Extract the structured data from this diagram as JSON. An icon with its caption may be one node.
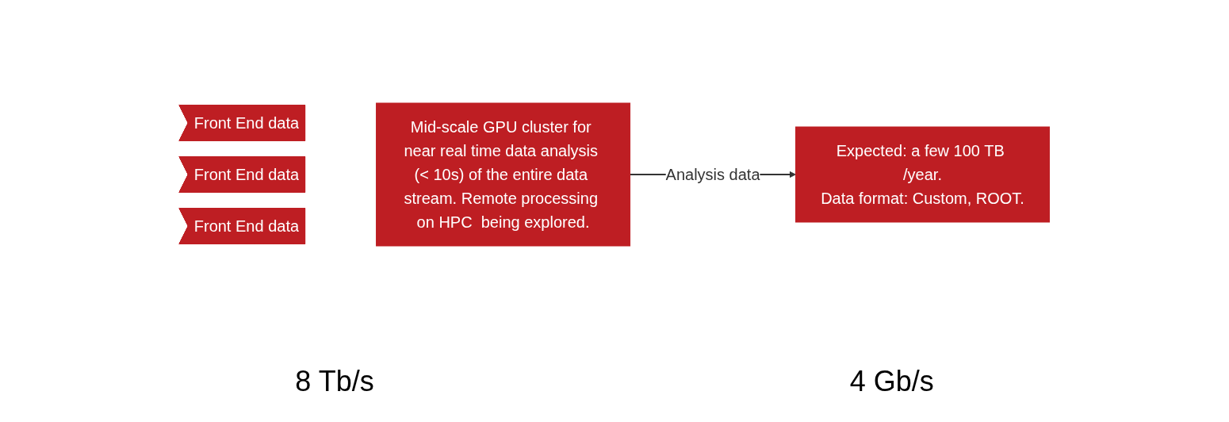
{
  "diagram": {
    "nodes": [
      {
        "text": [
          "Front End data"
        ]
      },
      {
        "text": [
          "Front End data"
        ]
      },
      {
        "text": [
          "Front End data"
        ]
      },
      {
        "text": [
          "Mid-scale GPU cluster for near real time data analysis (< 10s) of the entire data stream. Remote processing on HPC  being explored."
        ]
      },
      {
        "text": [
          "Expected: a few 100 TB /year.",
          "Data format: Custom, ROOT."
        ]
      }
    ],
    "edges": [
      {
        "from": 3,
        "to": 4,
        "arrow": "to",
        "label": "Analysis data"
      }
    ],
    "labels": [
      "8 Tb/s",
      "4 Gb/s"
    ]
  }
}
